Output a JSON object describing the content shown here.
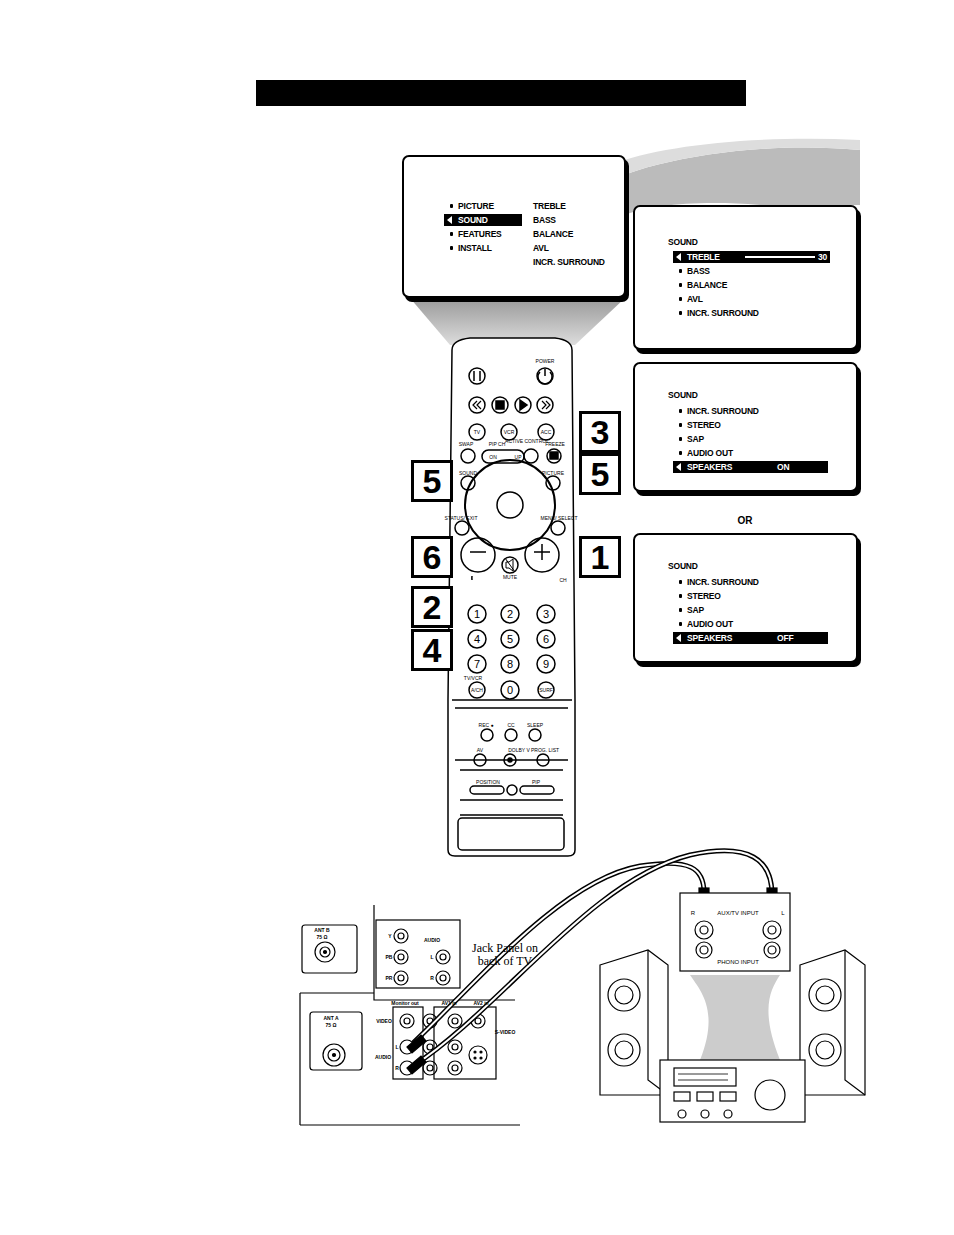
{
  "diagram": {
    "nodes": [
      {
        "text": [
          "PICTURE",
          "SOUND",
          "FEATURES",
          "INSTALL",
          "TREBLE",
          "BASS",
          "BALANCE",
          "AVL",
          "INCR. SURROUND"
        ]
      },
      {
        "text": [
          "SOUND",
          "TREBLE",
          "30",
          "BASS",
          "BALANCE",
          "AVL",
          "INCR. SURROUND"
        ]
      },
      {
        "text": [
          "SOUND",
          "INCR. SURROUND",
          "STEREO",
          "SAP",
          "AUDIO OUT",
          "SPEAKERS",
          "ON"
        ]
      },
      {
        "text": [
          "SOUND",
          "INCR. SURROUND",
          "STEREO",
          "SAP",
          "AUDIO OUT",
          "SPEAKERS",
          "OFF"
        ]
      }
    ],
    "labels": [
      "5",
      "3",
      "5",
      "6",
      "1",
      "2",
      "4",
      "OR",
      "POWER",
      "TV",
      "VCR",
      "ACC",
      "SWAP",
      "PIP CH",
      "ACTIVE CONTROL",
      "FREEZE",
      "ON",
      "UP",
      "SOUND",
      "PICTURE",
      "STATUS/ EXIT",
      "MENU/ SELECT",
      "MUTE",
      "CH",
      "1",
      "2",
      "3",
      "4",
      "5",
      "6",
      "7",
      "8",
      "9",
      "TV/VCR",
      "A/CH",
      "0",
      "SURF",
      "REC ●",
      "CC",
      "SLEEP",
      "AV",
      "DOLBY V",
      "PROG. LIST",
      "POSITION",
      "PIP",
      "ANT B",
      "75 Ω",
      "Y",
      "PB",
      "PR",
      "AUDIO",
      "L",
      "R",
      "Jack Panel on back of TV",
      "ANT A",
      "75 Ω",
      "Monitor out",
      "AV1 in",
      "AV2 in",
      "VIDEO",
      "AUDIO",
      "L",
      "R",
      "S-VIDEO",
      "R",
      "AUX/TV INPUT",
      "L",
      "PHONO INPUT"
    ]
  }
}
